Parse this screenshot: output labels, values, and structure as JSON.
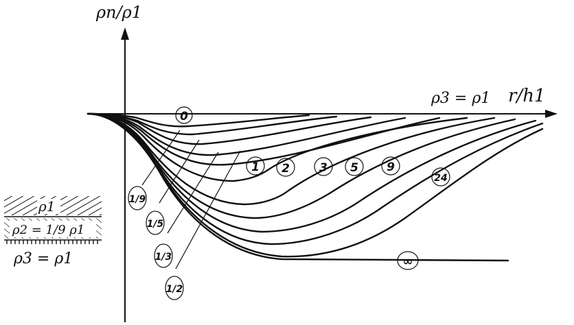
{
  "diagram": {
    "y_axis_label": "ρn/ρ1",
    "x_axis_label": "r/h1",
    "baseline_label": "ρ3 = ρ1",
    "curves": [
      {
        "param": "0"
      },
      {
        "param": "1/9"
      },
      {
        "param": "1/5"
      },
      {
        "param": "1/3"
      },
      {
        "param": "1/2"
      },
      {
        "param": "1"
      },
      {
        "param": "2"
      },
      {
        "param": "3"
      },
      {
        "param": "5"
      },
      {
        "param": "9"
      },
      {
        "param": "24"
      },
      {
        "param": "∞"
      }
    ],
    "legend": {
      "layer1": "ρ1",
      "layer2": "ρ2 = 1/9 ρ1",
      "layer3": "ρ3 = ρ1"
    }
  }
}
